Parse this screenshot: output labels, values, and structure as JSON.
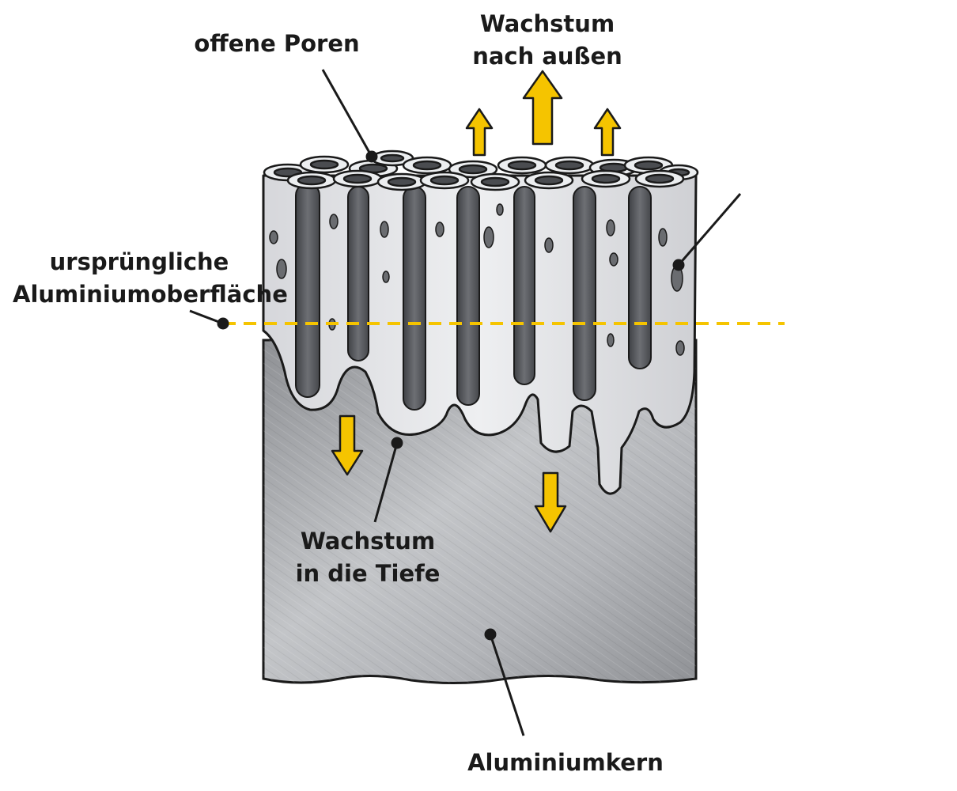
{
  "labels": {
    "open_pores": "offene Poren",
    "outward_growth": [
      "Wachstum",
      "nach außen"
    ],
    "original_surface": [
      "ursprüngliche",
      "Aluminiumoberfläche"
    ],
    "inward_growth": [
      "Wachstum",
      "in die Tiefe"
    ],
    "aluminium_core": "Aluminiumkern"
  },
  "colors": {
    "arrow_fill": "#f5c400",
    "surface_line": "#f5c400",
    "oxide_layer": "#e4e5e8",
    "pore": "#5c5e63",
    "metal_core": "#a8aaae",
    "outline": "#1a1a1a"
  }
}
